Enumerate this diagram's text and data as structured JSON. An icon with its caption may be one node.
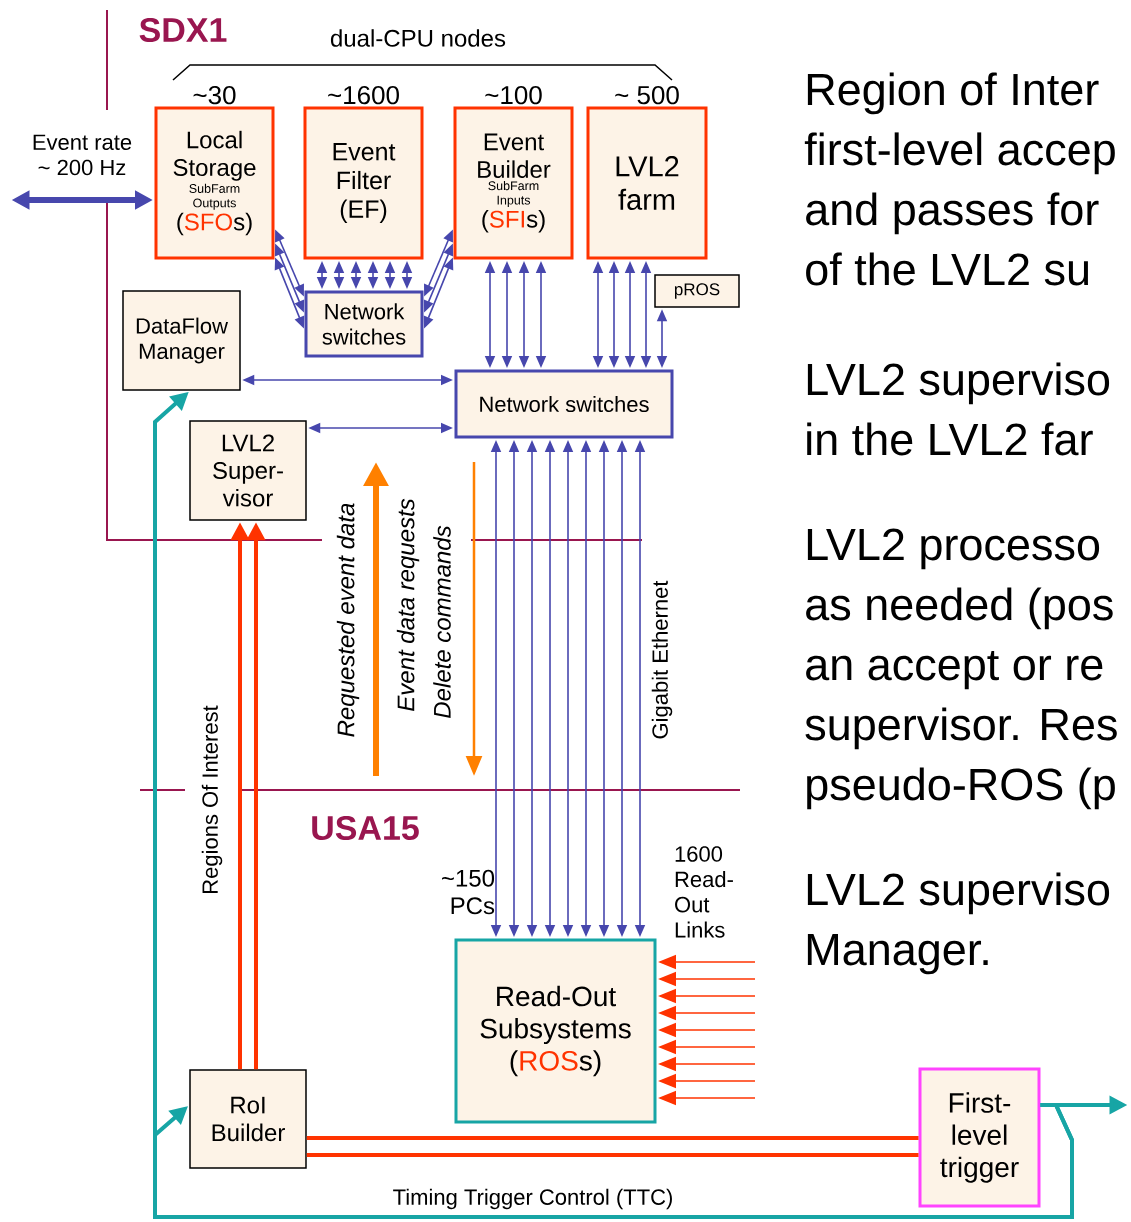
{
  "diagram": {
    "nodes": [
      {
        "text": [
          "Local Storage",
          "SubFarm Outputs",
          "(**SFO**s)"
        ],
        "beside": [
          "~30"
        ]
      },
      {
        "text": [
          "Event Filter (EF)"
        ],
        "beside": [
          "~1600"
        ]
      },
      {
        "text": [
          "Event Builder",
          "SubFarm Inputs",
          "(**SFI**s)"
        ],
        "beside": [
          "~100"
        ]
      },
      {
        "text": [
          "LVL2 farm"
        ],
        "beside": [
          "~ 500"
        ]
      },
      {
        "text": [
          "Network switches"
        ]
      },
      {
        "text": [
          "pROS"
        ]
      },
      {
        "text": [
          "DataFlow Manager"
        ]
      },
      {
        "text": [
          "Network switches"
        ]
      },
      {
        "text": [
          "LVL2 Super- visor"
        ]
      },
      {
        "text": [
          "Read-Out Subsystems (**ROS**s)"
        ]
      },
      {
        "text": [
          "RoI Builder"
        ]
      },
      {
        "text": [
          "First- level trigger"
        ]
      }
    ],
    "edges": [
      {
        "from": null,
        "to": 0,
        "arrow": "both",
        "style": "thick"
      },
      {
        "from": 0,
        "to": 4,
        "arrow": "both"
      },
      {
        "from": 0,
        "to": 4,
        "arrow": "both"
      },
      {
        "from": 0,
        "to": 4,
        "arrow": "both"
      },
      {
        "from": 1,
        "to": 4,
        "arrow": "both"
      },
      {
        "from": 1,
        "to": 4,
        "arrow": "both"
      },
      {
        "from": 1,
        "to": 4,
        "arrow": "both"
      },
      {
        "from": 1,
        "to": 4,
        "arrow": "both"
      },
      {
        "from": 1,
        "to": 4,
        "arrow": "both"
      },
      {
        "from": 1,
        "to": 4,
        "arrow": "both"
      },
      {
        "from": 2,
        "to": 4,
        "arrow": "both"
      },
      {
        "from": 2,
        "to": 4,
        "arrow": "both"
      },
      {
        "from": 2,
        "to": 4,
        "arrow": "both"
      },
      {
        "from": 2,
        "to": 7,
        "arrow": "both"
      },
      {
        "from": 2,
        "to": 7,
        "arrow": "both"
      },
      {
        "from": 2,
        "to": 7,
        "arrow": "both"
      },
      {
        "from": 2,
        "to": 7,
        "arrow": "both"
      },
      {
        "from": 3,
        "to": 7,
        "arrow": "both"
      },
      {
        "from": 3,
        "to": 7,
        "arrow": "both"
      },
      {
        "from": 3,
        "to": 7,
        "arrow": "both"
      },
      {
        "from": 3,
        "to": 7,
        "arrow": "both"
      },
      {
        "from": 5,
        "to": 7,
        "arrow": "both"
      },
      {
        "from": 6,
        "to": 7,
        "arrow": "both"
      },
      {
        "from": 8,
        "to": 7,
        "arrow": "both"
      },
      {
        "from": 7,
        "to": 9,
        "arrow": "both"
      },
      {
        "from": 7,
        "to": 9,
        "arrow": "both"
      },
      {
        "from": 7,
        "to": 9,
        "arrow": "both"
      },
      {
        "from": 7,
        "to": 9,
        "arrow": "both"
      },
      {
        "from": 7,
        "to": 9,
        "arrow": "both"
      },
      {
        "from": 7,
        "to": 9,
        "arrow": "both"
      },
      {
        "from": 7,
        "to": 9,
        "arrow": "both"
      },
      {
        "from": 7,
        "to": 9,
        "arrow": "both"
      },
      {
        "from": 7,
        "to": 9,
        "arrow": "both"
      },
      {
        "from": null,
        "to": 9,
        "arrow": "to",
        "color": "#ff3300"
      },
      {
        "from": null,
        "to": 9,
        "arrow": "to",
        "color": "#ff3300"
      },
      {
        "from": null,
        "to": 9,
        "arrow": "to",
        "color": "#ff3300"
      },
      {
        "from": null,
        "to": 9,
        "arrow": "to",
        "color": "#ff3300"
      },
      {
        "from": null,
        "to": 9,
        "arrow": "to",
        "color": "#ff3300"
      },
      {
        "from": null,
        "to": 9,
        "arrow": "to",
        "color": "#ff3300"
      },
      {
        "from": null,
        "to": 9,
        "arrow": "to",
        "color": "#ff3300"
      },
      {
        "from": null,
        "to": 9,
        "arrow": "to",
        "color": "#ff3300"
      },
      {
        "from": null,
        "to": 9,
        "arrow": "to",
        "color": "#ff3300"
      },
      {
        "from": 10,
        "to": 8,
        "arrow": "to",
        "color": "#ff3300",
        "style": "thick"
      },
      {
        "from": 10,
        "to": 8,
        "arrow": "to",
        "color": "#ff3300",
        "style": "thick"
      },
      {
        "from": 11,
        "to": 10,
        "arrow": "none",
        "color": "#ff3300",
        "style": "thick"
      },
      {
        "from": 11,
        "to": 10,
        "arrow": "none",
        "color": "#ff3300",
        "style": "thick"
      },
      {
        "from": 11,
        "to": 10,
        "arrow": "to",
        "color": "#17a5a5",
        "style": "thick"
      },
      {
        "from": 11,
        "to": 6,
        "arrow": "to",
        "color": "#17a5a5",
        "style": "thick"
      },
      {
        "from": 11,
        "to": null,
        "arrow": "to",
        "color": "#17a5a5",
        "style": "thick"
      }
    ],
    "labels": [
      "SDX1",
      "dual-CPU nodes",
      "Event rate ~ 200 Hz",
      "Region of Inter",
      "first-level accep",
      "and passes for",
      "of the LVL2 su",
      "LVL2 superviso",
      "in the LVL2 far",
      "LVL2 processo",
      "as needed (pos",
      "an accept or re",
      "supervisor. Res",
      "pseudo-ROS (p",
      "LVL2 superviso",
      "Manager.",
      "Regions Of Interest",
      "Requested event data",
      "Event data requests",
      "Delete commands",
      "Gigabit Ethernet",
      "USA15",
      "~150 PCs",
      "1600 Read- Out Links",
      "Timing Trigger Control (TTC)"
    ]
  }
}
